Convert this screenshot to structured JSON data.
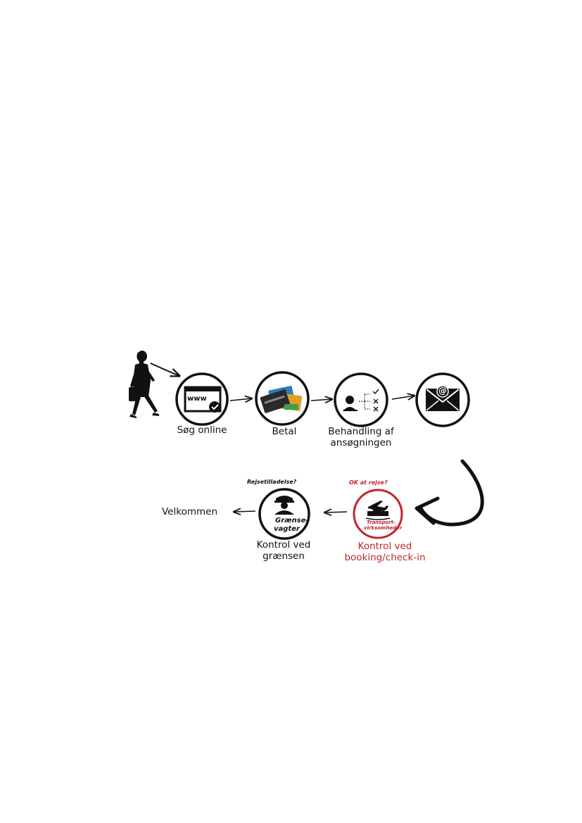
{
  "steps": {
    "search": {
      "label": "Søg online",
      "icon_text": "www"
    },
    "pay": {
      "label": "Betal"
    },
    "processing": {
      "line1": "Behandling af",
      "line2": "ansøgningen"
    },
    "email": {
      "icon_text": "@"
    }
  },
  "border_check": {
    "question": "Rejsetilladelse?",
    "icon_line1": "Grænse-",
    "icon_line2": "vagter",
    "line1": "Kontrol ved",
    "line2": "grænsen"
  },
  "carrier_check": {
    "question": "OK at rejse?",
    "icon_line1": "Transport-",
    "icon_line2": "virksomheder",
    "line1": "Kontrol ved",
    "line2": "booking/check-in"
  },
  "welcome": {
    "label": "Velkommen"
  },
  "colors": {
    "ink": "#111111",
    "accent_red": "#c0262d"
  }
}
